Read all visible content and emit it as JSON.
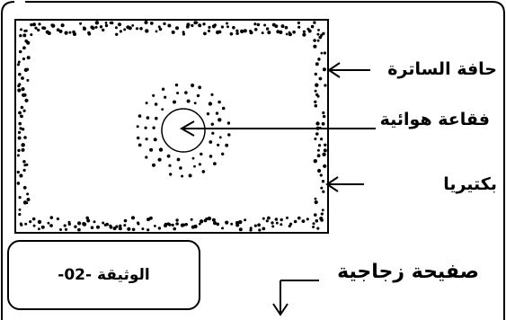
{
  "labels": {
    "coverslip_edge": "حافة الساترة",
    "air_bubble": "فقاعة هوائية",
    "bacteria": "بكتيريا",
    "glass_slide": "صفيحة زجاجية",
    "document": "الوثيقة -02-"
  },
  "colors": {
    "ink": "#000000",
    "background": "#ffffff"
  }
}
